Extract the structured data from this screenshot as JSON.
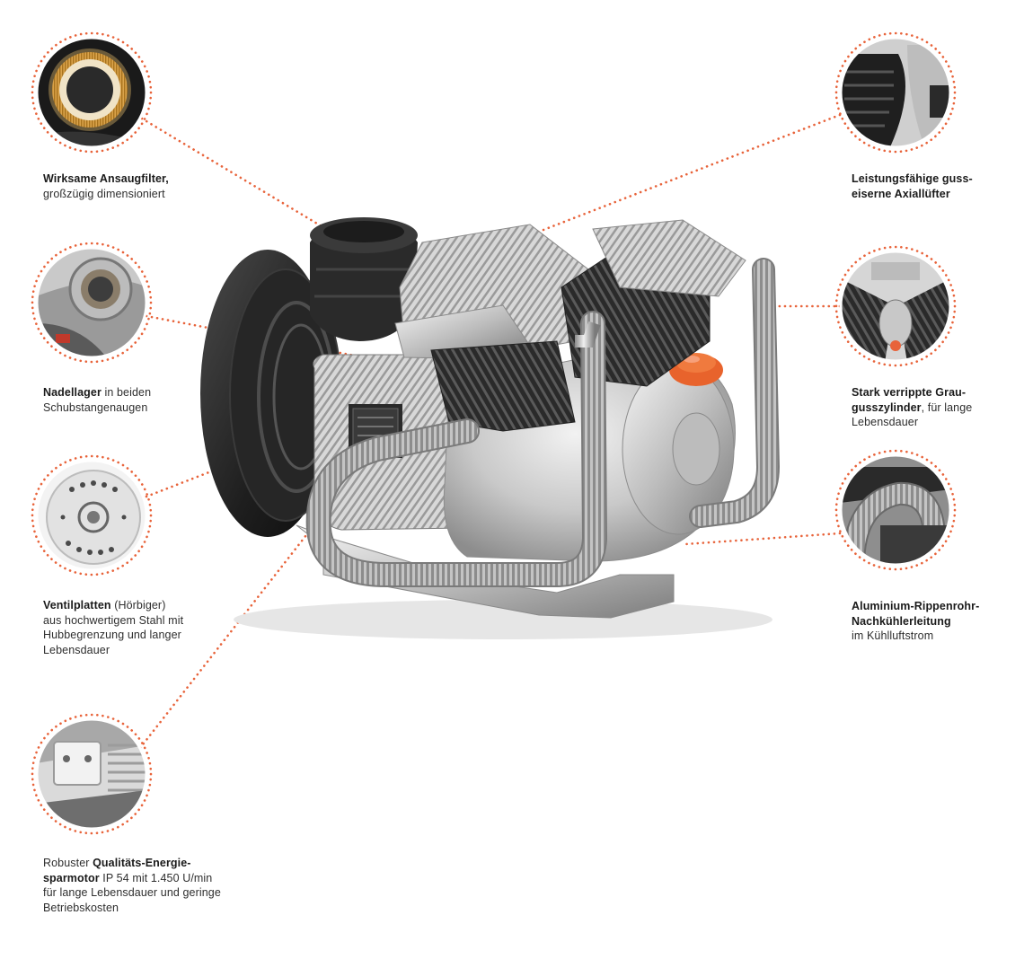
{
  "colors": {
    "accent": "#e8633a",
    "ring": "#e8633a",
    "text": "#2e2e2e"
  },
  "features": {
    "intake_filter": {
      "title": "Wirksame Ansaugfilter,",
      "text": "großzügig dimensioniert"
    },
    "needle_bearing": {
      "title": "Nadellager",
      "text_1": " in beiden",
      "text_2": "Schubstangenaugen"
    },
    "valve_plates": {
      "title": "Ventilplatten",
      "text_1": " (Hörbiger)",
      "text_2": "aus hochwertigem Stahl mit",
      "text_3": "Hubbegrenzung und langer",
      "text_4": "Lebensdauer"
    },
    "motor": {
      "text_1": "Robuster ",
      "title_1": "Qualitäts-Energie-",
      "title_2": "sparmotor",
      "text_2": " IP 54 mit 1.450 U/min",
      "text_3": "für lange Lebensdauer und geringe",
      "text_4": "Betriebskosten"
    },
    "axial_fan": {
      "title_1": "Leistungsfähige guss-",
      "title_2": "eiserne Axiallüfter"
    },
    "cylinder": {
      "title_1": "Stark verrippte Grau-",
      "title_2": "gusszylinder",
      "text_1": ", für lange",
      "text_2": "Lebensdauer"
    },
    "aftercooler": {
      "title_1": "Aluminium-Rippenrohr-",
      "title_2": "Nachkühlerleitung",
      "text_1": "im Kühlluftstrom"
    }
  }
}
